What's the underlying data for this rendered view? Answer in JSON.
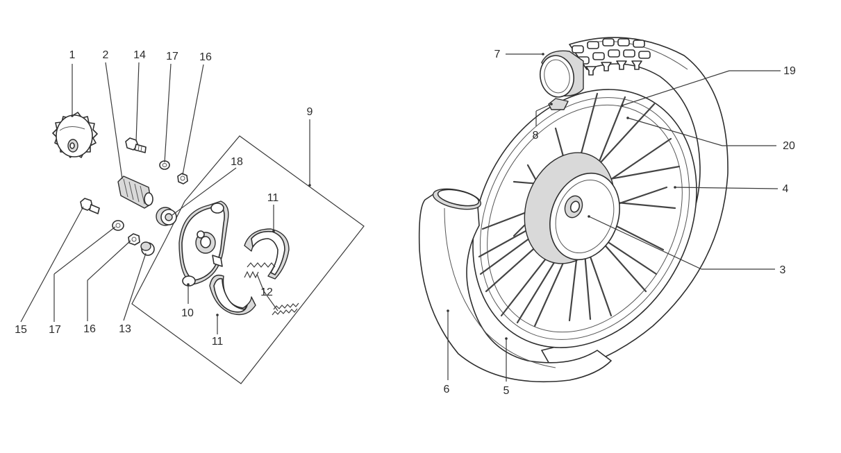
{
  "callouts": {
    "c1": "1",
    "c2": "2",
    "c3": "3",
    "c4": "4",
    "c5": "5",
    "c6": "6",
    "c7": "7",
    "c8": "8",
    "c9": "9",
    "c10": "10",
    "c11a": "11",
    "c11b": "11",
    "c12": "12",
    "c13": "13",
    "c14": "14",
    "c15": "15",
    "c16a": "16",
    "c16b": "16",
    "c17a": "17",
    "c17b": "17",
    "c18": "18",
    "c19": "19",
    "c20": "20"
  },
  "colors": {
    "line": "#3a3a3a",
    "fill": "#ffffff",
    "shade": "#d9d9d9"
  }
}
